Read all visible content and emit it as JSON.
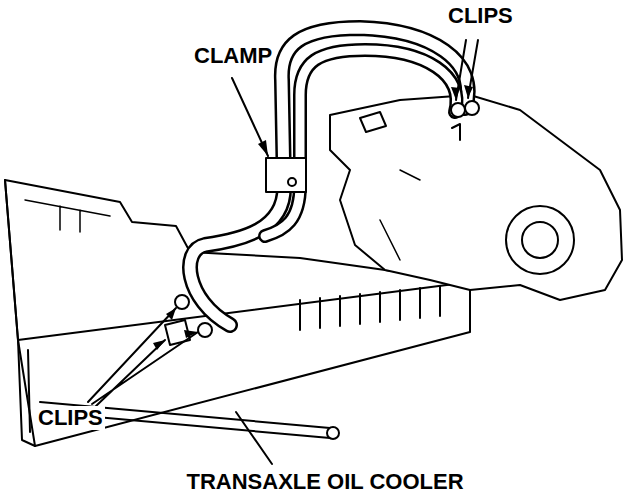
{
  "diagram": {
    "labels": [
      "CLIPS",
      "CLAMP",
      "CLIPS",
      "TRANSAXLE OIL COOLER"
    ]
  }
}
